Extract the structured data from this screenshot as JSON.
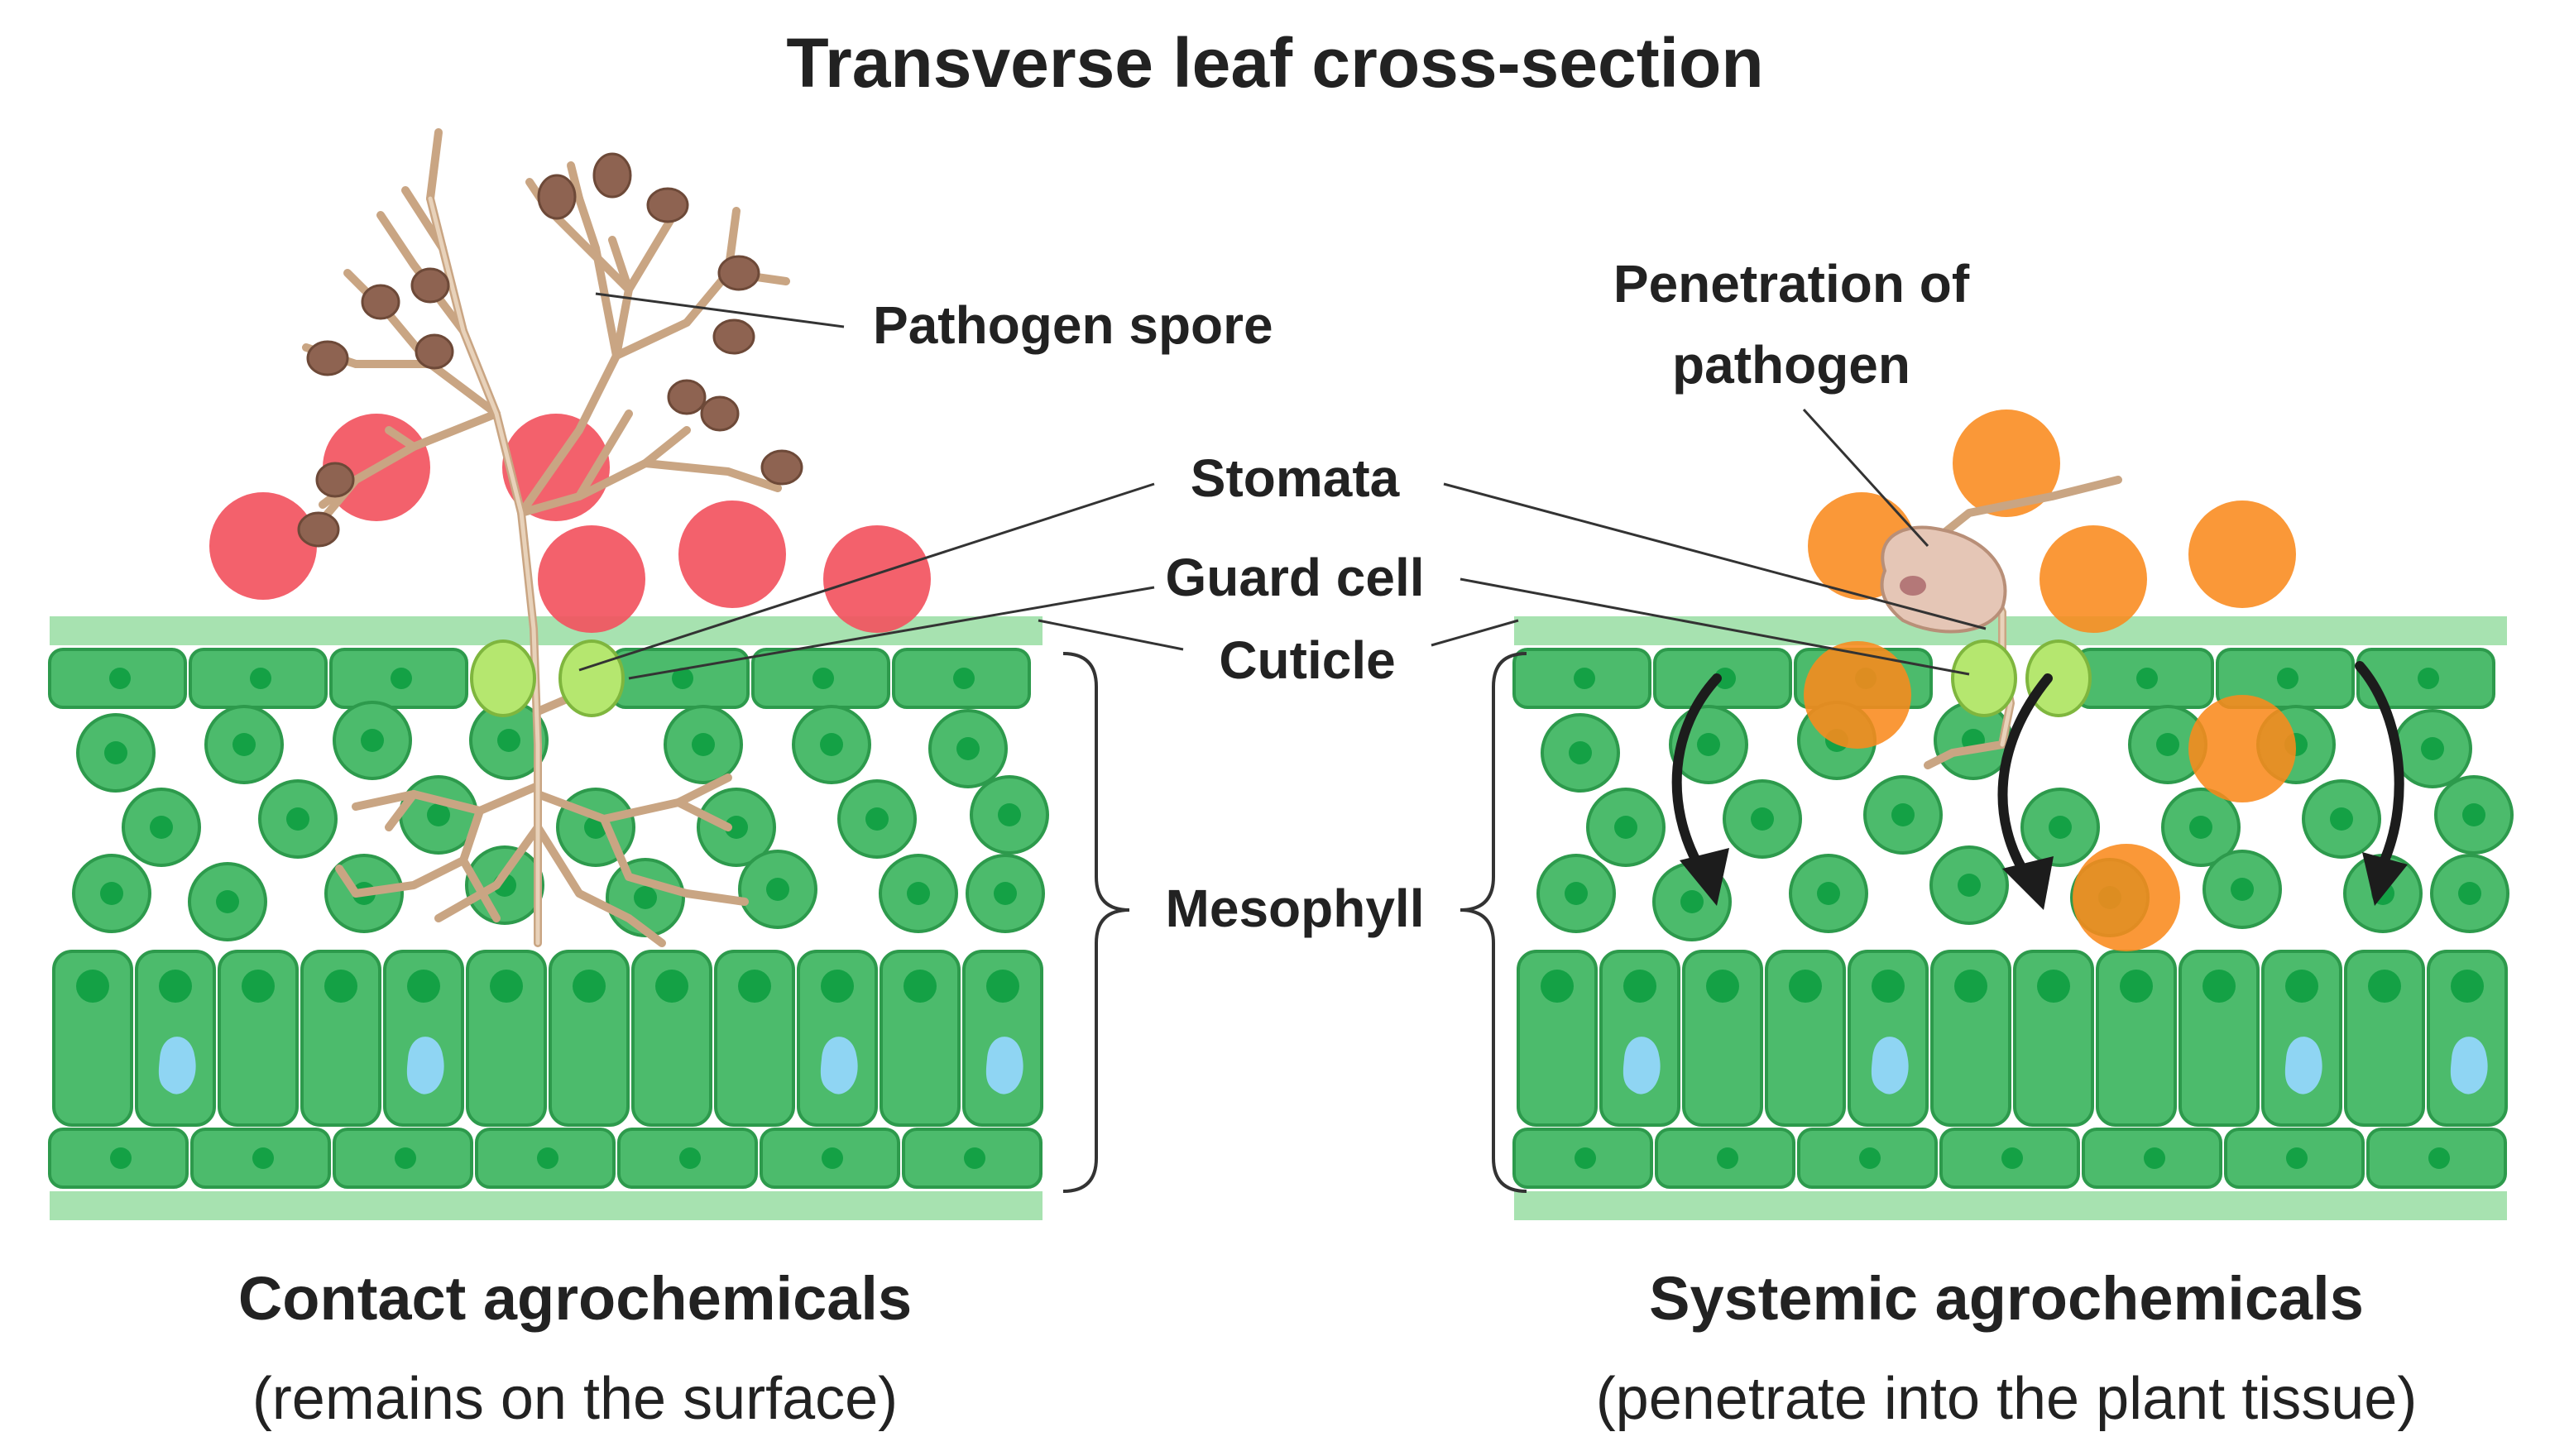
{
  "title": "Transverse leaf cross-section",
  "labels": {
    "pathogen_spore": "Pathogen spore",
    "penetration_line1": "Penetration of",
    "penetration_line2": "pathogen",
    "stomata": "Stomata",
    "guard_cell": "Guard cell",
    "cuticle": "Cuticle",
    "mesophyll": "Mesophyll"
  },
  "left_panel": {
    "heading": "Contact agrochemicals",
    "caption": "(remains on the surface)",
    "droplet_color": "#f2545f"
  },
  "right_panel": {
    "heading": "Systemic agrochemicals",
    "caption": "(penetrate into the plant tissue)",
    "droplet_color": "#f98a1c"
  },
  "colors": {
    "cell": "#4cbb6c",
    "nucleus": "#14a145",
    "cuticle": "#a7e2b0",
    "guard_cell": "#b5e76f",
    "vacuole": "#8fd5f3",
    "hyphae": "#c9a583",
    "spore": "#8e6351"
  }
}
